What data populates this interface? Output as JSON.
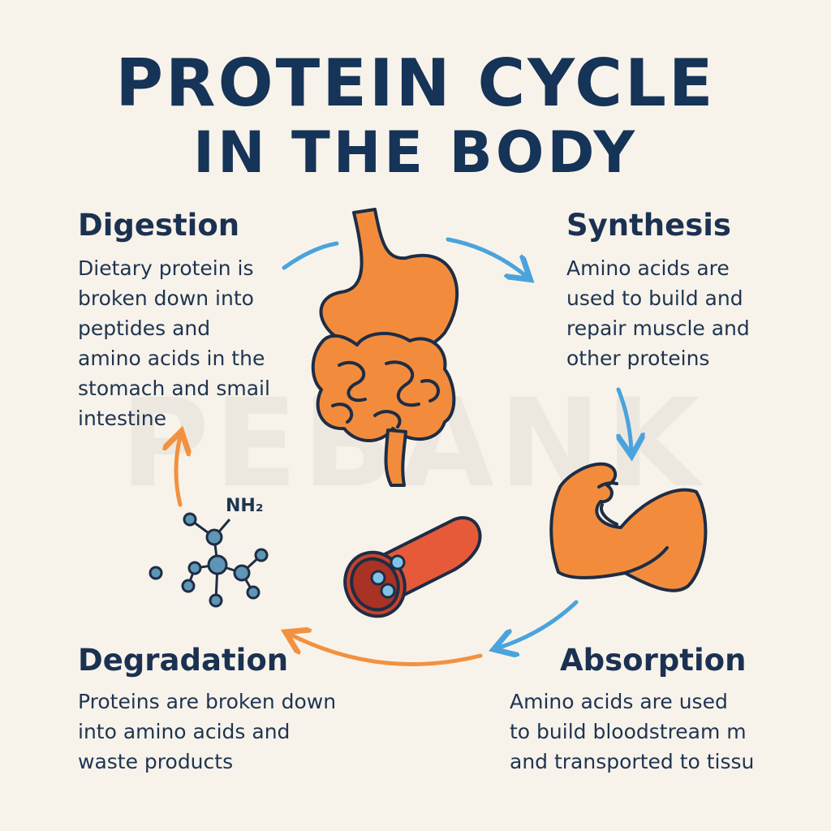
{
  "title": {
    "line1": "PROTEIN CYCLE",
    "line2": "IN THE BODY"
  },
  "watermark": "PEBANK",
  "stages": {
    "digestion": {
      "heading": "Digestion",
      "text": "Dietary protein is\nbroken down into\npeptides and\namino acids in the\nstomach and smail\nintestine"
    },
    "synthesis": {
      "heading": "Synthesis",
      "text": "Amino acids are\nused to build and\nrepair muscle and\nother proteins"
    },
    "degradation": {
      "heading": "Degradation",
      "text": "Proteins are broken down\ninto amino acids and\nwaste products"
    },
    "absorption": {
      "heading": "Absorption",
      "text": "Amino acids are used\nto build bloodstream m\nand transported to tissu"
    }
  },
  "molecule": {
    "label": "NH₂"
  },
  "icons": [
    "stomach-intestine-icon",
    "muscle-arm-icon",
    "blood-vessel-icon",
    "amino-acid-molecule-icon"
  ],
  "colors": {
    "orange": "#f28c3c",
    "outline": "#1e2d44",
    "blue_arrow": "#4aa3dc",
    "orange_arrow": "#f2913f",
    "vessel": "#e65a3a",
    "title": "#163358"
  }
}
